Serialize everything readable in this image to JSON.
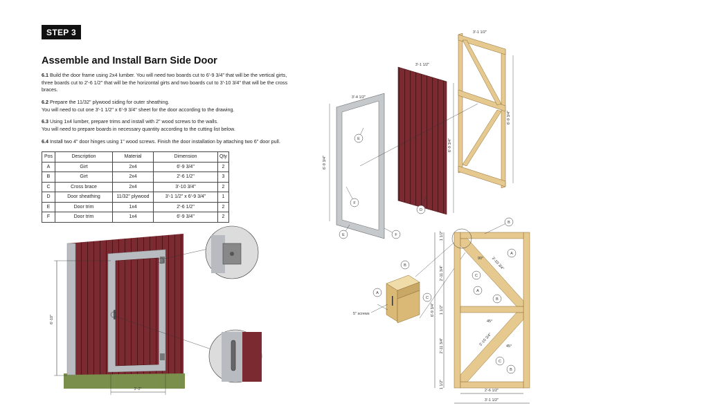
{
  "step": "STEP 3",
  "title": "Assemble and Install Barn Side Door",
  "instructions": [
    {
      "num": "6.1",
      "lines": [
        "Build the door frame using 2x4 lumber. You will need two boards cut to 6'-9 3/4\" that will be the vertical girts,",
        "three boards cut to 2'-6 1/2\" that will be the horizontal girts and two boards cut to 3'-10 3/4\" that will be the cross",
        "braces."
      ]
    },
    {
      "num": "6.2",
      "lines": [
        "Prepare the 11/32\" plywood siding for outer sheathing.",
        "You will need to cut one 3'-1 1/2\" x 6'-9 3/4\" sheet for the door according to the drawing."
      ]
    },
    {
      "num": "6.3",
      "lines": [
        "Using 1x4 lumber, prepare trims and install with 2\" wood screws to the walls.",
        "You will need to prepare boards in necessary quantity according to the cutting list below."
      ]
    },
    {
      "num": "6.4",
      "lines": [
        "Install two 4\" door hinges using 1\" wood screws. Finish the door installation by attaching two 6\" door pull."
      ]
    }
  ],
  "table": {
    "headers": [
      "Pos",
      "Description",
      "Material",
      "Dimension",
      "Qty"
    ],
    "rows": [
      [
        "A",
        "Girt",
        "2x4",
        "6'-9 3/4\"",
        "2"
      ],
      [
        "B",
        "Girt",
        "2x4",
        "2'-6 1/2\"",
        "3"
      ],
      [
        "C",
        "Cross brace",
        "2x4",
        "3'-10 3/4\"",
        "2"
      ],
      [
        "D",
        "Door sheathing",
        "11/32\" plywood",
        "3'-1 1/2\" x 6'-9 3/4\"",
        "1"
      ],
      [
        "E",
        "Door trim",
        "1x4",
        "2'-6 1/2\"",
        "2"
      ],
      [
        "F",
        "Door trim",
        "1x4",
        "6'-9 3/4\"",
        "2"
      ]
    ]
  },
  "drawing": {
    "door_height": "6'-10\"",
    "door_width": "3'-2\"",
    "trim_width": "3'-4 1/2\"",
    "trim_height": "6'-9 3/4\"",
    "sheet_width": "3'-1 1/2\"",
    "sheet_height": "6'-9 3/4\"",
    "frame_width": "3'-1 1/2\"",
    "frame_height": "6'-9 3/4\"",
    "screws": "5\" screws",
    "elev_top": "1 1/2\"",
    "elev_upper": "2'-11 3/4\"",
    "elev_mid": "1 1/2\"",
    "elev_lower": "2'-11 3/4\"",
    "elev_bottom": "1 1/2\"",
    "elev_total": "6'-9 3/4\"",
    "brace_len": "3'-10 3/4\"",
    "angle_45": "45°",
    "angle_90": "90°",
    "inner_width": "2'-6 1/2\"",
    "outer_width": "3'-1 1/2\"",
    "callouts": {
      "a": "A",
      "b": "B",
      "c": "C",
      "d": "D",
      "e": "E",
      "f": "F"
    }
  },
  "colors": {
    "siding": "#7a2a30",
    "siding_line": "#4e1519",
    "trim": "#b8bcc0",
    "wood": "#e6c98e",
    "grass": "#7a8f4c"
  }
}
